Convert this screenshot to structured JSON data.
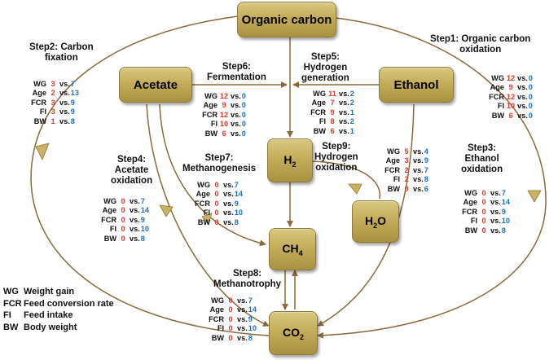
{
  "nodes": {
    "organic_carbon": "Organic carbon",
    "acetate": "Acetate",
    "ethanol": "Ethanol",
    "h2": {
      "base": "H",
      "sub": "2"
    },
    "h2o": {
      "base": "H",
      "sub": "2",
      "tail": "O"
    },
    "ch4": {
      "base": "CH",
      "sub": "4"
    },
    "co2": {
      "base": "CO",
      "sub": "2"
    }
  },
  "steps": {
    "step1": [
      "Step1: Organic carbon",
      "oxidation"
    ],
    "step2": [
      "Step2: Carbon",
      "fixation"
    ],
    "step3": [
      "Step3:",
      "Ethanol",
      "oxidation"
    ],
    "step4": [
      "Step4:",
      "Acetate",
      "oxidation"
    ],
    "step5": [
      "Step5:",
      "Hydrogen",
      "generation"
    ],
    "step6": [
      "Step6:",
      "Fermentation"
    ],
    "step7": [
      "Step7:",
      "Methanogenesis"
    ],
    "step8": [
      "Step8:",
      "Methanotrophy"
    ],
    "step9": [
      "Step9:",
      "Hydrogen",
      "oxidation"
    ]
  },
  "stats": {
    "step1": [
      {
        "label": "WG",
        "a": "12",
        "b": "0"
      },
      {
        "label": "Age",
        "a": "9",
        "b": "0"
      },
      {
        "label": "FCR",
        "a": "12",
        "b": "0"
      },
      {
        "label": "FI",
        "a": "10",
        "b": "0"
      },
      {
        "label": "BW",
        "a": "6",
        "b": "0"
      }
    ],
    "step2": [
      {
        "label": "WG",
        "a": "3",
        "b": "7"
      },
      {
        "label": "Age",
        "a": "2",
        "b": "13"
      },
      {
        "label": "FCR",
        "a": "3",
        "b": "9"
      },
      {
        "label": "FI",
        "a": "3",
        "b": "9"
      },
      {
        "label": "BW",
        "a": "1",
        "b": "8"
      }
    ],
    "step3": [
      {
        "label": "WG",
        "a": "0",
        "b": "7"
      },
      {
        "label": "Age",
        "a": "0",
        "b": "14"
      },
      {
        "label": "FCR",
        "a": "0",
        "b": "9"
      },
      {
        "label": "FI",
        "a": "0",
        "b": "10"
      },
      {
        "label": "BW",
        "a": "0",
        "b": "8"
      }
    ],
    "step4": [
      {
        "label": "WG",
        "a": "0",
        "b": "7"
      },
      {
        "label": "Age",
        "a": "0",
        "b": "14"
      },
      {
        "label": "FCR",
        "a": "0",
        "b": "9"
      },
      {
        "label": "FI",
        "a": "0",
        "b": "10"
      },
      {
        "label": "BW",
        "a": "0",
        "b": "8"
      }
    ],
    "step5": [
      {
        "label": "WG",
        "a": "11",
        "b": "2"
      },
      {
        "label": "Age",
        "a": "7",
        "b": "2"
      },
      {
        "label": "FCR",
        "a": "9",
        "b": "1"
      },
      {
        "label": "FI",
        "a": "8",
        "b": "2"
      },
      {
        "label": "BW",
        "a": "6",
        "b": "1"
      }
    ],
    "step6": [
      {
        "label": "WG",
        "a": "12",
        "b": "0"
      },
      {
        "label": "Age",
        "a": "9",
        "b": "0"
      },
      {
        "label": "FCR",
        "a": "12",
        "b": "0"
      },
      {
        "label": "FI",
        "a": "10",
        "b": "0"
      },
      {
        "label": "BW",
        "a": "6",
        "b": "0"
      }
    ],
    "step7": [
      {
        "label": "WG",
        "a": "0",
        "b": "7"
      },
      {
        "label": "Age",
        "a": "0",
        "b": "14"
      },
      {
        "label": "FCR",
        "a": "0",
        "b": "9"
      },
      {
        "label": "FI",
        "a": "0",
        "b": "10"
      },
      {
        "label": "BW",
        "a": "0",
        "b": "8"
      }
    ],
    "step8": [
      {
        "label": "WG",
        "a": "0",
        "b": "7"
      },
      {
        "label": "Age",
        "a": "0",
        "b": "14"
      },
      {
        "label": "FCR",
        "a": "0",
        "b": "9"
      },
      {
        "label": "FI",
        "a": "0",
        "b": "10"
      },
      {
        "label": "BW",
        "a": "0",
        "b": "8"
      }
    ],
    "step9": [
      {
        "label": "WG",
        "a": "5",
        "b": "4"
      },
      {
        "label": "Age",
        "a": "3",
        "b": "9"
      },
      {
        "label": "FCR",
        "a": "2",
        "b": "7"
      },
      {
        "label": "FI",
        "a": "2",
        "b": "8"
      },
      {
        "label": "BW",
        "a": "0",
        "b": "6"
      }
    ]
  },
  "vs_text": "vs.",
  "legend": [
    {
      "abbr": "WG",
      "text": "Weight gain"
    },
    {
      "abbr": "FCR",
      "text": "Feed conversion rate"
    },
    {
      "abbr": "FI",
      "text": "Feed intake"
    },
    {
      "abbr": "BW",
      "text": "Body weight"
    }
  ],
  "colors": {
    "box_fill": "#c4ad5a",
    "arrow": "#8a6a3a",
    "value_a": "#e23a2a",
    "value_b": "#1d6fc4"
  }
}
